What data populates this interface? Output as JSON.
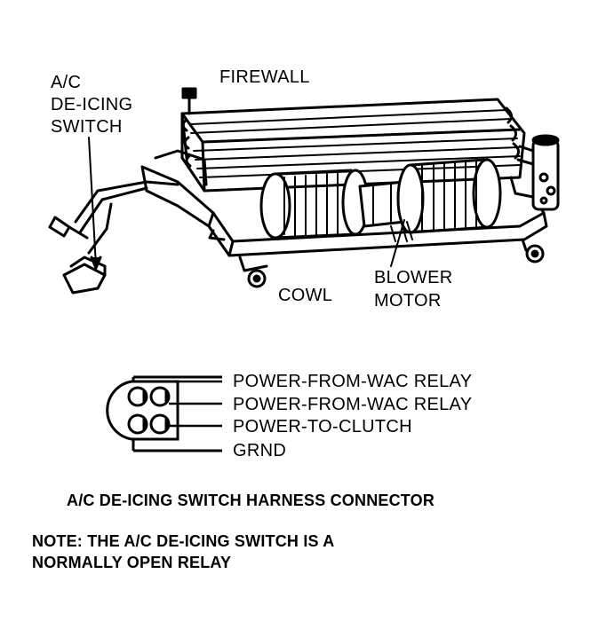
{
  "labels": {
    "ac_switch_line1": "A/C",
    "ac_switch_line2": "DE-ICING",
    "ac_switch_line3": "SWITCH",
    "firewall": "FIREWALL",
    "cowl": "COWL",
    "blower_line1": "BLOWER",
    "blower_line2": "MOTOR"
  },
  "connector": {
    "pins": [
      "POWER-FROM-WAC RELAY",
      "POWER-FROM-WAC RELAY",
      "POWER-TO-CLUTCH",
      "GRND"
    ],
    "caption": "A/C DE-ICING SWITCH HARNESS CONNECTOR"
  },
  "note": {
    "line1": "NOTE: THE A/C DE-ICING SWITCH IS A",
    "line2": "NORMALLY OPEN RELAY"
  }
}
